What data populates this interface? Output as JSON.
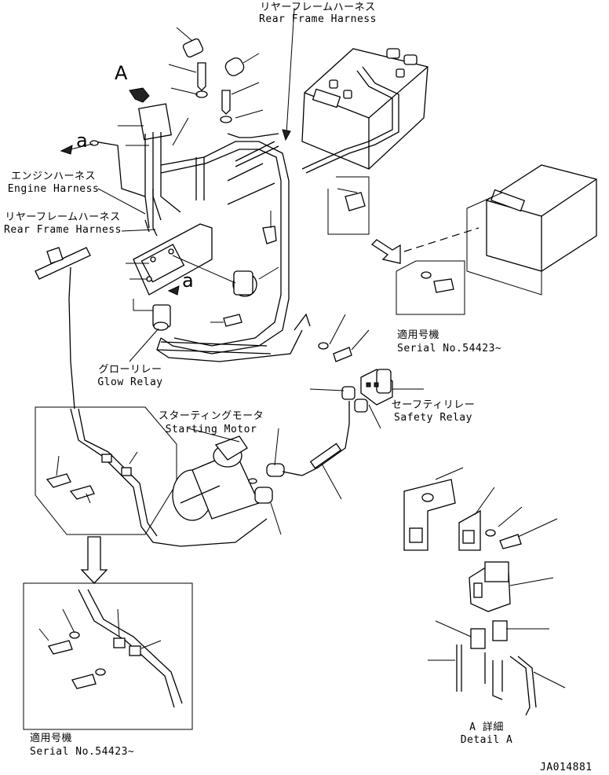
{
  "labels": {
    "rear_frame_harness_top_jp": "リヤーフレームハーネス",
    "rear_frame_harness_top_en": "Rear Frame Harness",
    "engine_harness_jp": "エンジンハーネス",
    "engine_harness_en": "Engine Harness",
    "rear_frame_harness_left_jp": "リヤーフレームハーネス",
    "rear_frame_harness_left_en": "Rear Frame Harness",
    "glow_relay_jp": "グローリレー",
    "glow_relay_en": "Glow Relay",
    "starting_motor_jp": "スターティングモータ",
    "starting_motor_en": "Starting Motor",
    "safety_relay_jp": "セーフティリレー",
    "safety_relay_en": "Safety Relay",
    "serial_right_jp": "適用号機",
    "serial_right_en": "Serial No.54423~",
    "serial_bottom_jp": "適用号機",
    "serial_bottom_en": "Serial No.54423~",
    "detail_a_jp": "A 詳細",
    "detail_a_en": "Detail A",
    "view_a": "A",
    "ref_a_left": "a",
    "ref_a_center": "a",
    "drawing_id": "JA014881"
  }
}
